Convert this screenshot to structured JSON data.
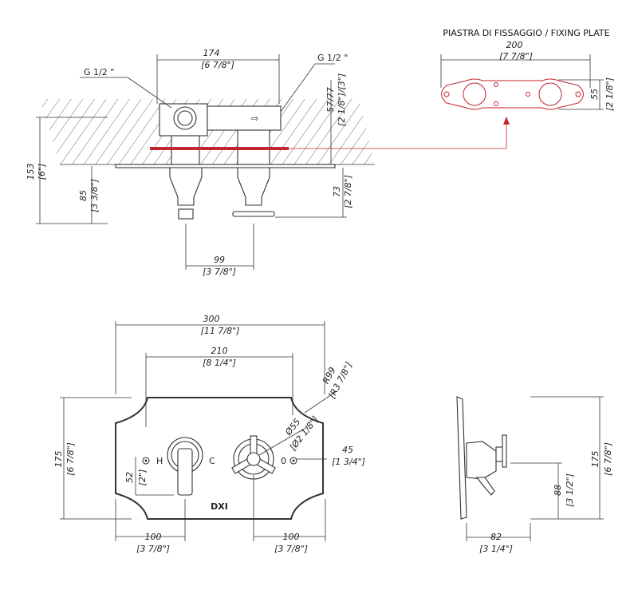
{
  "colors": {
    "line": "#333333",
    "accent_red": "#c0262b"
  },
  "side_section": {
    "width_dim": {
      "mm": "174",
      "in": "[6 7/8\"]"
    },
    "left_connection": "G 1/2 \"",
    "right_connection": "G 1/2 \"",
    "total_depth_dim": {
      "mm": "153",
      "in": "[6\"]"
    },
    "left_projection_dim": {
      "mm": "85",
      "in": "[3 3/8\"]"
    },
    "right_projection_dim": {
      "mm": "73",
      "in": "[2 7/8\"]"
    },
    "embed_depth_dim": {
      "mm": "57/77",
      "in": "[2 1/8\"]/[3\"]"
    },
    "spacing_dim": {
      "mm": "99",
      "in": "[3 7/8\"]"
    }
  },
  "fixing_plate": {
    "title": "PIASTRA DI FISSAGGIO / FIXING PLATE",
    "width_dim": {
      "mm": "200",
      "in": "[7 7/8\"]"
    },
    "height_dim": {
      "mm": "55",
      "in": "[2 1/8\"]"
    }
  },
  "front_view": {
    "overall_width_dim": {
      "mm": "300",
      "in": "[11 7/8\"]"
    },
    "top_width_dim": {
      "mm": "210",
      "in": "[8 1/4\"]"
    },
    "radius_dim": {
      "mm": "R99",
      "in": "[R3 7/8\"]"
    },
    "height_dim": {
      "mm": "175",
      "in": "[6 7/8\"]"
    },
    "lever_offset_dim": {
      "mm": "52",
      "in": "[2\"]"
    },
    "diameter_dim": {
      "mm": "Ø55",
      "in": "[Ø2 1/8\"]"
    },
    "side_offset_dim": {
      "mm": "45",
      "in": "[1 3/4\"]"
    },
    "left_center_dim": {
      "mm": "100",
      "in": "[3 7/8\"]"
    },
    "right_center_dim": {
      "mm": "100",
      "in": "[3 7/8\"]"
    },
    "hot_label": "H",
    "cold_label": "C",
    "off_label": "0",
    "logo": "DXI"
  },
  "profile_view": {
    "height_dim": {
      "mm": "175",
      "in": "[6 7/8\"]"
    },
    "lever_height_dim": {
      "mm": "88",
      "in": "[3 1/2\"]"
    },
    "depth_dim": {
      "mm": "82",
      "in": "[3 1/4\"]"
    }
  }
}
